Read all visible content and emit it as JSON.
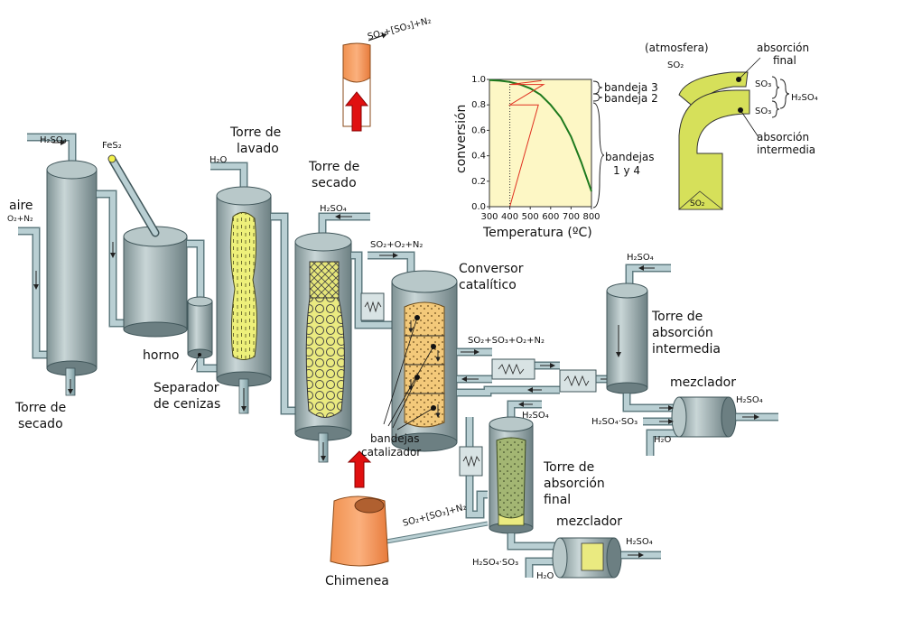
{
  "labels": {
    "aire": "aire",
    "aire_gas": "O₂+N₂",
    "h2so4_top_left": "H₂SO₄",
    "fes2": "FeS₂",
    "h2o_lavado": "H₂O",
    "torre_lavado": [
      "Torre de",
      "lavado"
    ],
    "torre_secado_left": [
      "Torre de",
      "secado"
    ],
    "horno": "horno",
    "separador": [
      "Separador",
      "de cenizas"
    ],
    "torre_secado_mid": [
      "Torre de",
      "secado"
    ],
    "h2so4_secado": "H₂SO₄",
    "so2_o2_n2": "SO₂+O₂+N₂",
    "conversor": [
      "Conversor",
      "catalítico"
    ],
    "mix_gas": "SO₂+SO₃+O₂+N₂",
    "h2so4_absint": "H₂SO₄",
    "torre_abs_int": [
      "Torre de",
      "absorción",
      "intermedia"
    ],
    "mezclador_1": "mezclador",
    "h2so4_mix1_out": "H₂SO₄",
    "h2so4_so3_1": "H₂SO₄·SO₃",
    "h2o_mix1": "H₂O",
    "bandejas_catalizador": [
      "bandejas",
      "catalizador"
    ],
    "h2so4_absfin": "H₂SO₄",
    "torre_abs_final": [
      "Torre de",
      "absorción",
      "final"
    ],
    "mezclador_2": "mezclador",
    "h2so4_mix2_out": "H₂SO₄",
    "h2so4_so3_2": "H₂SO₄·SO₃",
    "h2o_mix2": "H₂O",
    "chimenea": "Chimenea",
    "exhaust_gas": "SO₂+[SO₃]+N₂",
    "top_exhaust_gas": "SO₂+[SO₃]+N₂"
  },
  "inset": {
    "atmosfera": "(atmosfera)",
    "so2_top": "SO₂",
    "absorcion_final": [
      "absorción",
      "final"
    ],
    "so3_upper": "SO₃",
    "so3_lower": "SO₃",
    "h2so4": "H₂SO₄",
    "absorcion_intermedia": [
      "absorción",
      "intermedia"
    ],
    "so2_bottom": "SO₂"
  },
  "chart_data": {
    "type": "line",
    "xlabel": "Temperatura (ºC)",
    "ylabel": "conversión",
    "xlim": [
      300,
      800
    ],
    "ylim": [
      0,
      1.0
    ],
    "xticks": [
      "300",
      "400",
      "500",
      "600",
      "700",
      "800"
    ],
    "yticks": [
      "0.0",
      "0.2",
      "0.4",
      "0.6",
      "0.8",
      "1.0"
    ],
    "equilibrium_curve": {
      "x": [
        300,
        350,
        400,
        450,
        500,
        550,
        600,
        650,
        700,
        750,
        800
      ],
      "y": [
        0.995,
        0.99,
        0.98,
        0.96,
        0.93,
        0.88,
        0.8,
        0.7,
        0.55,
        0.35,
        0.12
      ],
      "color": "#1e7a1e"
    },
    "operating_path": {
      "x": [
        400,
        540,
        400,
        565,
        400,
        555
      ],
      "y": [
        0.0,
        0.8,
        0.8,
        0.96,
        0.96,
        0.99
      ],
      "color": "#e03020"
    },
    "annotations": {
      "bandeja_3": "bandeja 3",
      "bandeja_2": "bandeja 2",
      "bandejas_1_4": [
        "bandejas",
        "1 y 4"
      ]
    },
    "background": "#fdf7c5"
  }
}
